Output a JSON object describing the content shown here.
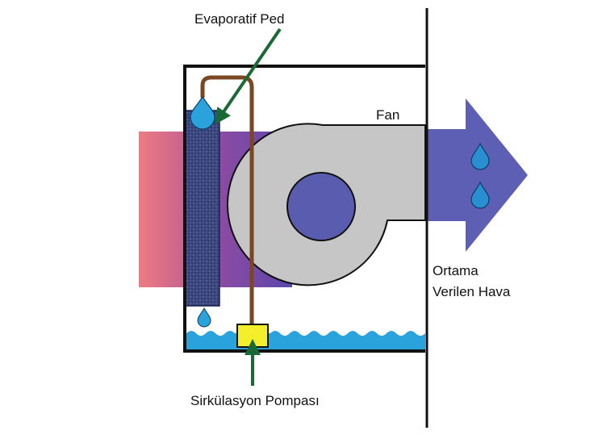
{
  "labels": {
    "pad": "Evaporatif Ped",
    "fan": "Fan",
    "output_line1": "Ortama",
    "output_line2": "Verilen Hava",
    "pump": "Sirkülasyon Pompası"
  },
  "colors": {
    "hot_air": "#ee7b82",
    "cool_air": "#5c5fb3",
    "pad": "#4e5c9a",
    "water": "#2aa3dc",
    "fan_housing": "#c6c6c6",
    "fan_hub": "#5a5cb0",
    "pump": "#f4ef2a",
    "pipe": "#7a4722",
    "pointer_arrow": "#1a6a35",
    "outline": "#111111"
  },
  "icons": {
    "drops": "water-drop-icon",
    "pointer": "green-pointer-arrow-icon"
  }
}
